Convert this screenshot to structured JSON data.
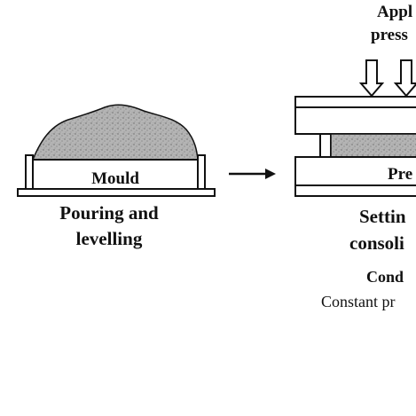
{
  "diagram": {
    "step1": {
      "mould_label": "Mould",
      "caption_line1": "Pouring and",
      "caption_line2": "levelling"
    },
    "step2": {
      "pressure_line1": "Appl",
      "pressure_line2": "press",
      "press_label": "Pre",
      "caption_line1": "Settin",
      "caption_line2": "consoli",
      "condition_title": "Cond",
      "condition_text": "Constant pr"
    },
    "colors": {
      "stroke": "#111111",
      "material_fill": "#a9a9a9",
      "background": "#ffffff"
    }
  }
}
